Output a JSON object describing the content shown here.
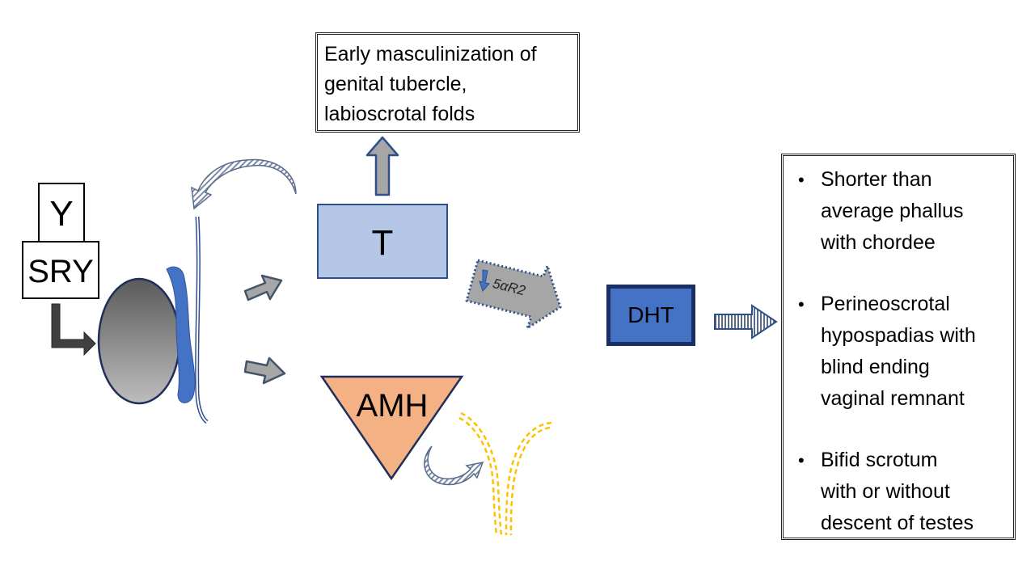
{
  "early_masculinization": {
    "lines": [
      "Early masculinization of",
      "genital tubercle,",
      "labioscrotal folds"
    ]
  },
  "y_label": "Y",
  "sry_label": "SRY",
  "t_label": "T",
  "amh_label": "AMH",
  "enzyme_label": "5αR2",
  "dht_label": "DHT",
  "outcomes": [
    {
      "lines": [
        "Shorter than",
        "average phallus",
        "with chordee"
      ]
    },
    {
      "lines": [
        "Perineoscrotal",
        "hypospadias with",
        "blind ending",
        "vaginal remnant"
      ]
    },
    {
      "lines": [
        "Bifid scrotum",
        "with or without",
        "descent of testes"
      ]
    }
  ],
  "colors": {
    "t_fill": "#b4c7e7",
    "dht_fill": "#4472c4",
    "amh_fill": "#f4b183",
    "gonad_dark": "#5a5a5a",
    "gonad_light": "#b8b8b8",
    "epididymis": "#4472c4",
    "mullerian_duct": "#ffc000",
    "arrow_fill": "#a6a6a6",
    "arrow_outline": "#44546a"
  }
}
